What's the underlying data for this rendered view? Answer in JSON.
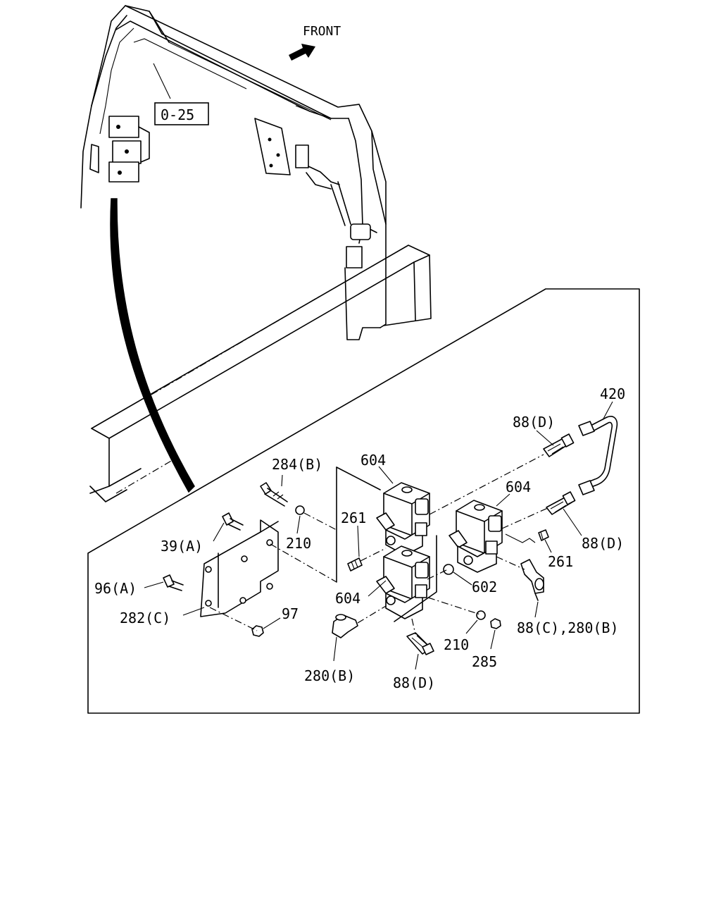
{
  "direction_label": "FRONT",
  "reference_box": "0-25",
  "callouts": {
    "c420": "420",
    "c88d_top": "88(D)",
    "c604_top": "604",
    "c604_right": "604",
    "c284b": "284(B)",
    "c261_mid": "261",
    "c88d_right": "88(D)",
    "c39a": "39(A)",
    "c210_mid": "210",
    "c261_right": "261",
    "c96a": "96(A)",
    "c602": "602",
    "c604_bottom": "604",
    "c282c": "282(C)",
    "c97": "97",
    "c88c_280b": "88(C),280(B)",
    "c210_bot": "210",
    "c285": "285",
    "c280b": "280(B)",
    "c88d_bot": "88(D)"
  }
}
